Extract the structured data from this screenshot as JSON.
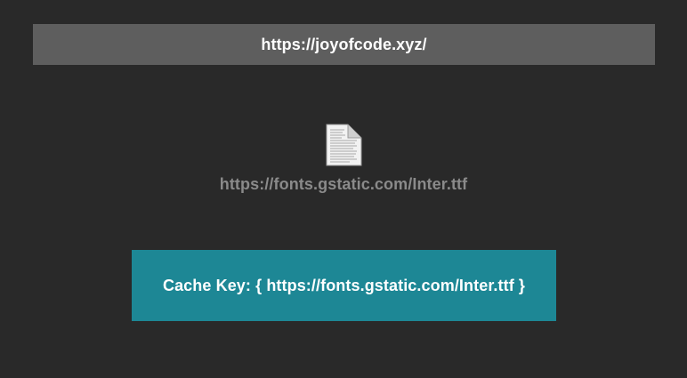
{
  "origin": {
    "url": "https://joyofcode.xyz/"
  },
  "resource": {
    "icon": "document-icon",
    "url": "https://fonts.gstatic.com/Inter.ttf"
  },
  "cache": {
    "text": "Cache Key: { https://fonts.gstatic.com/Inter.ttf }"
  },
  "colors": {
    "background": "#292929",
    "url_bar": "#5e5e5e",
    "cache_box": "#1d8795",
    "muted_text": "#8a8a8a"
  }
}
